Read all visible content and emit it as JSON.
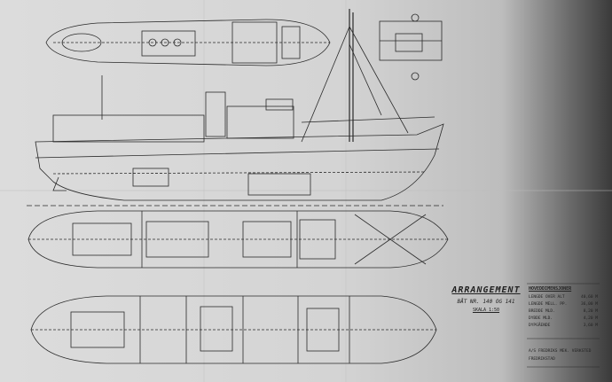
{
  "drawing": {
    "title": "ARRANGEMENT",
    "vessel": "BÅT NR. 140 OG 141",
    "scale": "SKALA 1:50"
  },
  "capacity_table": {
    "heading": "HOVEDDIMENSJONER",
    "rows": [
      {
        "label": "LENGDE OVER ALT",
        "value": "40,60 M"
      },
      {
        "label": "LENGDE MELL. PP.",
        "value": "36,00 M"
      },
      {
        "label": "BREDDE MLD.",
        "value": "8,20 M"
      },
      {
        "label": "DYBDE MLD.",
        "value": "4,20 M"
      },
      {
        "label": "DYPGÅENDE",
        "value": "3,60 M"
      }
    ]
  },
  "footer": {
    "line1": "A/S FREDRIKS MEK. VERKSTED",
    "line2": "FREDRIKSTAD"
  },
  "colors": {
    "ink": "#2a2a2a",
    "paper": "#d6d6d6",
    "shadow": "#3a3a3a"
  }
}
